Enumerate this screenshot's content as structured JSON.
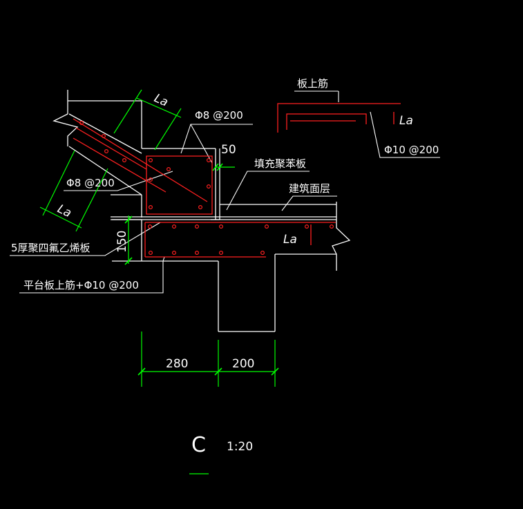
{
  "colors": {
    "background": "#000000",
    "outline": "#ffffff",
    "rebar": "#ff2020",
    "dimension": "#00ff00"
  },
  "labels": {
    "top_bar_note": "板上筋",
    "top_bar_la": "La",
    "top_bar_spec": "Φ10 @200",
    "stirrup_spec": "Φ8 @200",
    "gap_dim": "50",
    "filler_board": "填充聚苯板",
    "finish_layer": "建筑面层",
    "slope_bar_spec": "Φ8 @200",
    "slope_la_upper": "La",
    "slope_la_lower": "La",
    "ptfe_sheet": "5厚聚四氟乙烯板",
    "slab_thickness": "150",
    "slab_top_bar": "平台板上筋+Φ10 @200",
    "slab_la": "La",
    "dim_left": "280",
    "dim_right": "200"
  },
  "detail": {
    "mark": "C",
    "scale": "1:20"
  }
}
